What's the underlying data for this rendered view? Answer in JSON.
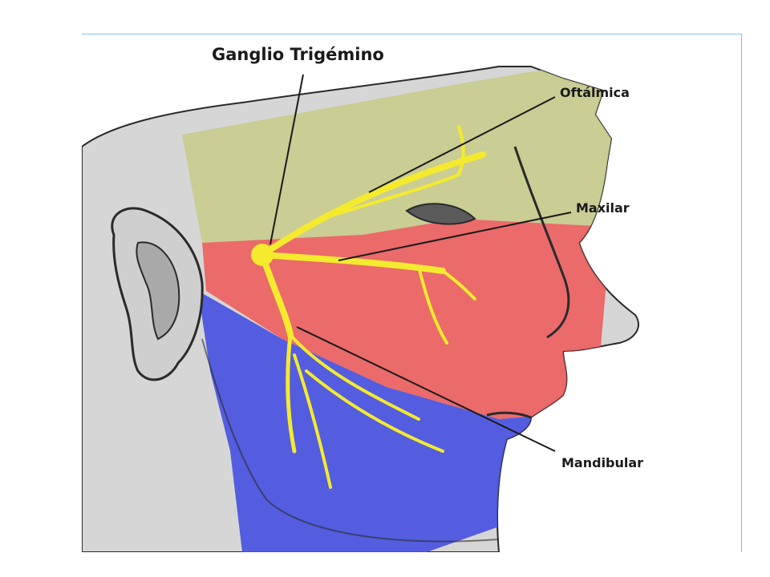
{
  "diagram": {
    "title": "Ganglio Trigémino",
    "labels": {
      "ophthalmic": "Oftálmica",
      "maxillary": "Maxilar",
      "mandibular": "Mandibular"
    },
    "colors": {
      "ophthalmic_region": "#c9cc8e",
      "maxillary_region": "#ee5b5b",
      "mandibular_region": "#4650e0",
      "nerve": "#f4ea2e",
      "frame_border": "#7fc4ee",
      "skin": "#d6d6d6"
    }
  }
}
